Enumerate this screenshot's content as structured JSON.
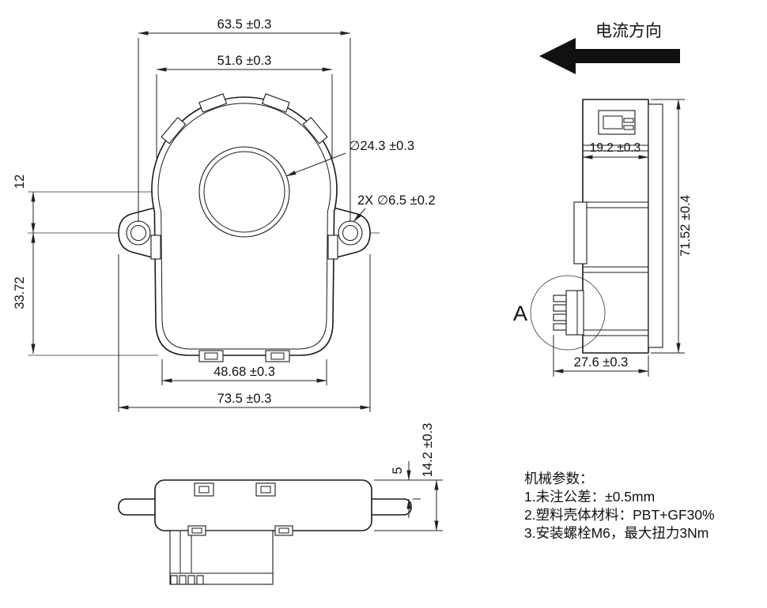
{
  "drawing": {
    "type": "mechanical-dimension-drawing",
    "views": {
      "front": {
        "dim_hole_spacing": "63.5 ±0.3",
        "dim_body_width_top": "51.6 ±0.3",
        "dim_aperture": "∅24.3 ±0.3",
        "dim_mount_holes": "2X ∅6.5 ±0.2",
        "dim_center_offset": "12",
        "dim_lower_height": "33.72",
        "dim_body_width_bottom": "48.68 ±0.3",
        "dim_overall_width": "73.5 ±0.3"
      },
      "side": {
        "label_current_direction": "电流方向",
        "dim_body_depth": "19.2 ±0.3",
        "dim_overall_height": "71.52 ±0.4",
        "dim_overall_depth": "27.6 ±0.3",
        "detail_callout": "A"
      },
      "bottom": {
        "dim_flange_offset": "5",
        "dim_height": "14.2 ±0.3"
      }
    },
    "notes": {
      "heading": "机械参数：",
      "items": [
        "1.未注公差：±0.5mm",
        "2.塑料壳体材料：PBT+GF30%",
        "3.安装螺栓M6，最大扭力3Nm"
      ]
    },
    "colors": {
      "line": "#1a1a1a",
      "background": "#ffffff"
    }
  }
}
